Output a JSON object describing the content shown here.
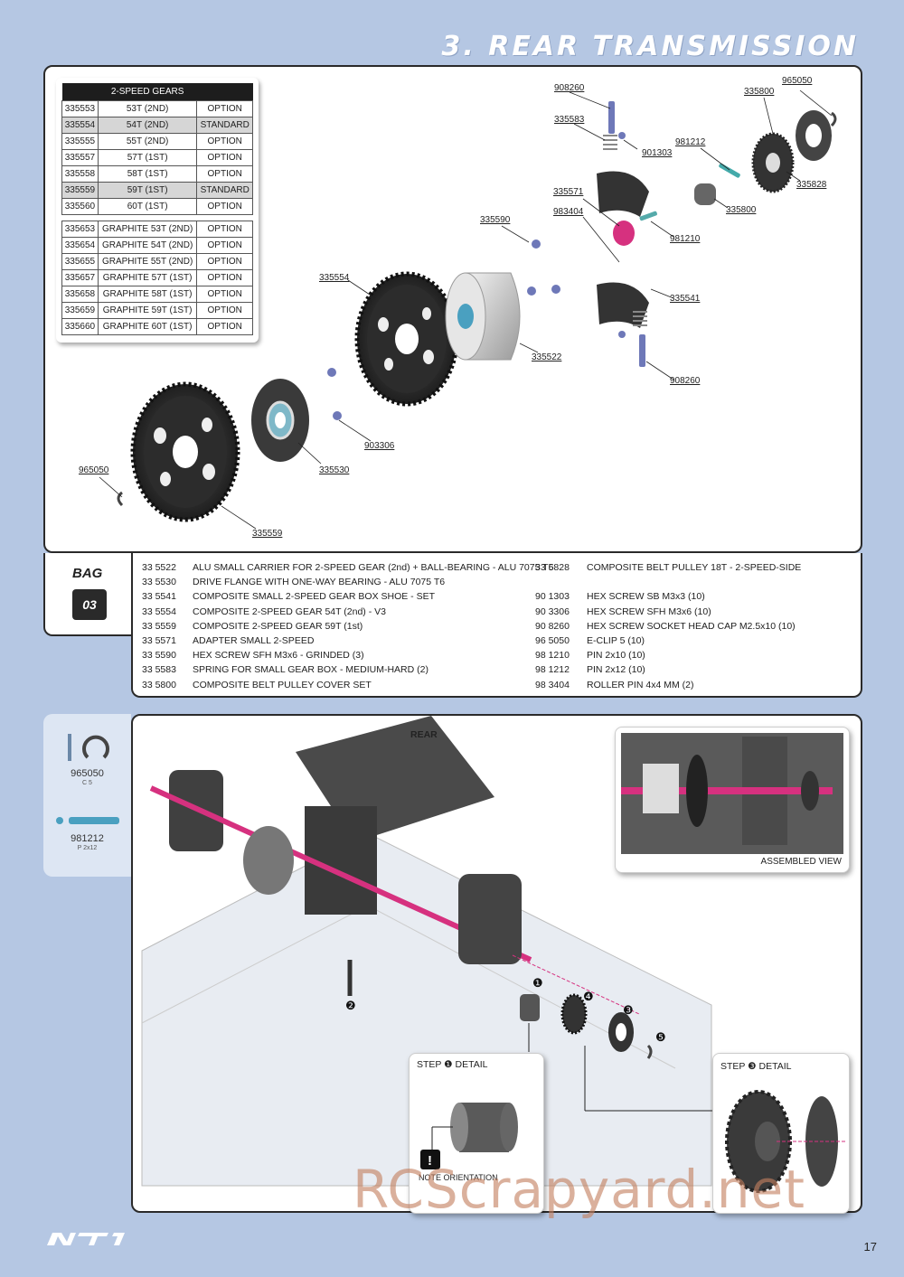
{
  "header": {
    "title": "3. REAR TRANSMISSION"
  },
  "gears_table": {
    "heading": "2-SPEED GEARS",
    "group1": [
      {
        "code": "335553",
        "desc": "53T (2ND)",
        "status": "OPTION"
      },
      {
        "code": "335554",
        "desc": "54T (2ND)",
        "status": "STANDARD"
      },
      {
        "code": "335555",
        "desc": "55T (2ND)",
        "status": "OPTION"
      },
      {
        "code": "335557",
        "desc": "57T (1ST)",
        "status": "OPTION"
      },
      {
        "code": "335558",
        "desc": "58T (1ST)",
        "status": "OPTION"
      },
      {
        "code": "335559",
        "desc": "59T (1ST)",
        "status": "STANDARD"
      },
      {
        "code": "335560",
        "desc": "60T (1ST)",
        "status": "OPTION"
      }
    ],
    "group2": [
      {
        "code": "335653",
        "desc": "GRAPHITE 53T (2ND)",
        "status": "OPTION"
      },
      {
        "code": "335654",
        "desc": "GRAPHITE 54T (2ND)",
        "status": "OPTION"
      },
      {
        "code": "335655",
        "desc": "GRAPHITE 55T (2ND)",
        "status": "OPTION"
      },
      {
        "code": "335657",
        "desc": "GRAPHITE 57T (1ST)",
        "status": "OPTION"
      },
      {
        "code": "335658",
        "desc": "GRAPHITE 58T (1ST)",
        "status": "OPTION"
      },
      {
        "code": "335659",
        "desc": "GRAPHITE 59T (1ST)",
        "status": "OPTION"
      },
      {
        "code": "335660",
        "desc": "GRAPHITE 60T (1ST)",
        "status": "OPTION"
      }
    ]
  },
  "diagram_labels": {
    "l908260a": "908260",
    "l335583": "335583",
    "l901303": "901303",
    "l965050a": "965050",
    "l335800a": "335800",
    "l981212": "981212",
    "l335828": "335828",
    "l335800b": "335800",
    "l335571": "335571",
    "l983404": "983404",
    "l981210": "981210",
    "l335590": "335590",
    "l335554": "335554",
    "l335541": "335541",
    "l335522": "335522",
    "l908260b": "908260",
    "l903306": "903306",
    "l965050b": "965050",
    "l335530": "335530",
    "l335559": "335559"
  },
  "bag": {
    "label": "BAG",
    "number": "03"
  },
  "parts_left": [
    {
      "num": "33 5522",
      "desc": "ALU SMALL CARRIER FOR 2-SPEED GEAR (2nd) + BALL-BEARING - ALU 7075 T6"
    },
    {
      "num": "33 5530",
      "desc": "DRIVE FLANGE WITH ONE-WAY BEARING - ALU 7075 T6"
    },
    {
      "num": "33 5541",
      "desc": "COMPOSITE SMALL 2-SPEED GEAR BOX SHOE - SET"
    },
    {
      "num": "33 5554",
      "desc": "COMPOSITE 2-SPEED GEAR 54T (2nd) - V3"
    },
    {
      "num": "33 5559",
      "desc": "COMPOSITE 2-SPEED GEAR 59T (1st)"
    },
    {
      "num": "33 5571",
      "desc": "ADAPTER SMALL 2-SPEED"
    },
    {
      "num": "33 5590",
      "desc": "HEX SCREW SFH M3x6 - GRINDED (3)"
    },
    {
      "num": "33 5583",
      "desc": "SPRING FOR SMALL GEAR BOX - MEDIUM-HARD (2)"
    },
    {
      "num": "33 5800",
      "desc": "COMPOSITE BELT PULLEY COVER SET"
    }
  ],
  "parts_right": [
    {
      "num": "33 5828",
      "desc": "COMPOSITE BELT PULLEY 18T - 2-SPEED-SIDE"
    },
    {
      "num": "",
      "desc": ""
    },
    {
      "num": "90 1303",
      "desc": "HEX SCREW SB M3x3  (10)"
    },
    {
      "num": "90 3306",
      "desc": "HEX SCREW SFH M3x6  (10)"
    },
    {
      "num": "90 8260",
      "desc": "HEX SCREW SOCKET HEAD CAP M2.5x10  (10)"
    },
    {
      "num": "96 5050",
      "desc": "E-CLIP 5  (10)"
    },
    {
      "num": "98 1210",
      "desc": "PIN 2x10  (10)"
    },
    {
      "num": "98 1212",
      "desc": "PIN 2x12  (10)"
    },
    {
      "num": "98 3404",
      "desc": "ROLLER PIN 4x4 MM  (2)"
    }
  ],
  "side_parts": [
    {
      "code": "965050",
      "sub": "C 5"
    },
    {
      "code": "981212",
      "sub": "P 2x12"
    }
  ],
  "assembly": {
    "rear_label": "REAR",
    "assembled_view": "ASSEMBLED VIEW",
    "step1_detail": "STEP ❶ DETAIL",
    "step3_detail": "STEP ❸ DETAIL",
    "note": "NOTE ORIENTATION",
    "steps": [
      "❶",
      "❷",
      "❸",
      "❹",
      "❺"
    ]
  },
  "footer": {
    "page": "17",
    "logo": "NT1",
    "watermark": "RCScrapyard.net"
  },
  "colors": {
    "background": "#b5c7e3",
    "accent_pink": "#d6317f",
    "part_dark": "#2e2e2e",
    "screw_blue": "#6e78b8"
  }
}
